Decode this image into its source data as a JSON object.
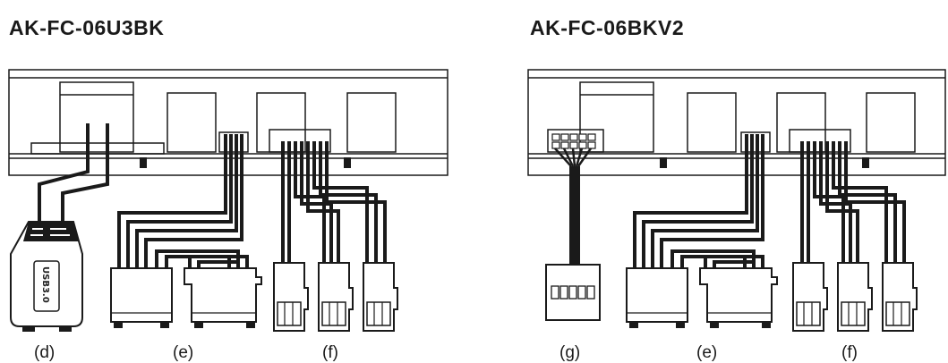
{
  "left_model": {
    "title": "AK-FC-06U3BK",
    "labels": [
      "(d)",
      "(e)",
      "(f)"
    ],
    "usb_label": "USB3.0"
  },
  "right_model": {
    "title": "AK-FC-06BKV2",
    "labels": [
      "(g)",
      "(e)",
      "(f)"
    ]
  }
}
